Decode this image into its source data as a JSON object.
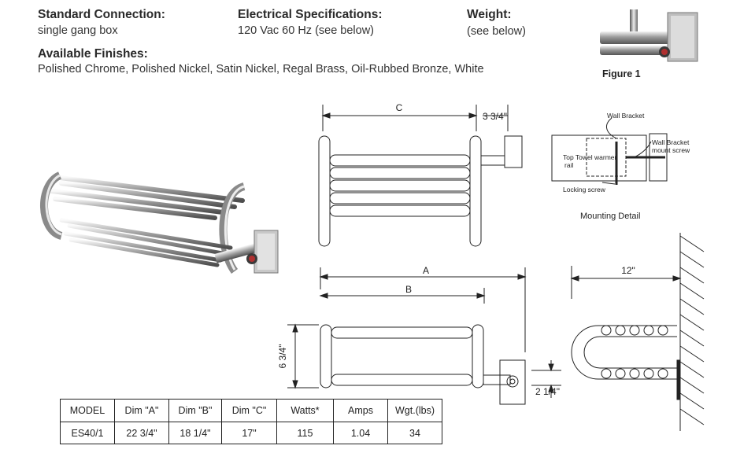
{
  "specs": {
    "standard_connection": {
      "heading": "Standard Connection:",
      "value": "single gang box"
    },
    "electrical": {
      "heading": "Electrical Specifications:",
      "value": "120 Vac  60 Hz  (see below)"
    },
    "weight": {
      "heading": "Weight:",
      "value": "(see below)"
    },
    "finishes": {
      "heading": "Available Finishes:",
      "value": "Polished Chrome, Polished Nickel, Satin Nickel, Regal Brass, Oil-Rubbed Bronze, White"
    }
  },
  "figure": {
    "caption": "Figure 1"
  },
  "drawing": {
    "dim_c": "C",
    "dim_depth": "3 3/4\"",
    "dim_a": "A",
    "dim_b": "B",
    "dim_height": "6 3/4\"",
    "dim_offset": "2 1/4\"",
    "dim_projection": "12\""
  },
  "mounting_detail": {
    "title": "Mounting Detail",
    "wall_bracket": "Wall Bracket",
    "mount_screw_line1": "Wall Bracket",
    "mount_screw_line2": "mount screw",
    "rail_line1": "Top Towel warmer",
    "rail_line2": "rail",
    "locking_screw": "Locking screw"
  },
  "table": {
    "headers": [
      "MODEL",
      "Dim \"A\"",
      "Dim \"B\"",
      "Dim \"C\"",
      "Watts*",
      "Amps",
      "Wgt.(lbs)"
    ],
    "rows": [
      [
        "ES40/1",
        "22 3/4\"",
        "18 1/4\"",
        "17\"",
        "115",
        "1.04",
        "34"
      ]
    ]
  },
  "colors": {
    "chrome_dark": "#6e6e6e",
    "chrome_light": "#e8e8e8",
    "indicator": "#b03030"
  }
}
